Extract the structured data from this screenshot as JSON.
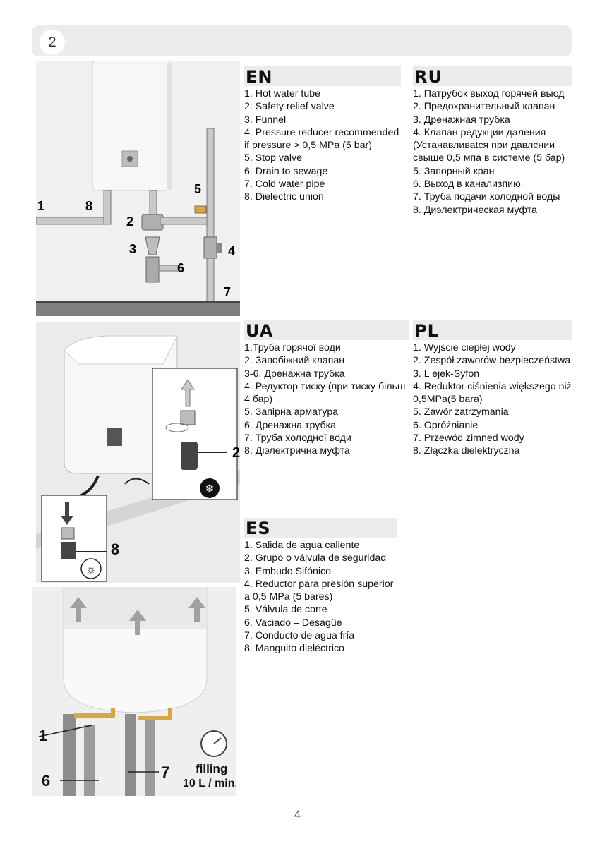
{
  "step_number": "2",
  "sections": {
    "en": {
      "code": "EN",
      "items": [
        "1. Hot water tube",
        "2. Safety relief valve",
        "3. Funnel",
        "4. Pressure reducer recommended if pressure > 0,5 MPa (5 bar)",
        "5. Stop valve",
        "6. Drain to sewage",
        "7. Cold water pipe",
        "8. Dielectric union"
      ]
    },
    "ru": {
      "code": "RU",
      "items": [
        "1. Патрубок выход горячей выод",
        "2. Предохранительный клапан",
        "3. Дренажная трубка",
        "4. Клапан редукции даления (Устанавливаtся при давлснии свыше  0,5 мпа в системе (5 бар)",
        "5. Запорный кран",
        "6. Выход в канализпию",
        "7. Труба подачи холодной воды",
        "8. Диэлектрическая муфта"
      ]
    },
    "ua": {
      "code": "UA",
      "items": [
        "1.Труба горячої води",
        "2. Запобіжний клапан",
        "3-6. Дренажна трубка",
        "4. Редуктор тиску (при тиску більш 4 бар)",
        "5. Запірна арматура",
        "6. Дренажна трубка",
        "7. Труба холодної води",
        "8. Діэлектрична муфта"
      ]
    },
    "pl": {
      "code": "PL",
      "items": [
        "1. Wyjście ciepłej wody",
        "2. Zespół zaworów bezpieczeństwa",
        "3. L ejek-Syfon",
        "4. Reduktor ciśnienia większego niż  0,5MPa(5 bara)",
        "5. Zawór zatrzymania",
        "6. Opróżnianie",
        "7. Przewód zimned wody",
        "8. Złączka dielektryczna"
      ]
    },
    "es": {
      "code": "ES",
      "items": [
        "1. Salida de agua caliente",
        "2. Grupo o válvula de seguridad",
        "3. Embudo Sifónico",
        "4. Reductor para presión superior a 0,5 MPa (5 bares)",
        "5. Válvula de corte",
        "6. Vaciado – Desagüe",
        "7. Conducto de agua fría",
        "8. Manguito dieléctrico"
      ]
    }
  },
  "diagram_labels": {
    "top": [
      "1",
      "8",
      "5",
      "2",
      "3",
      "4",
      "6",
      "7"
    ],
    "middle": [
      "2",
      "8"
    ],
    "bottom": [
      "1",
      "6",
      "7"
    ]
  },
  "filling": {
    "label": "filling",
    "rate": "10 L / min."
  },
  "page_number": "4",
  "icons": [
    "snowflake-icon",
    "sun-icon",
    "gauge-icon",
    "arrow-up-icon"
  ]
}
